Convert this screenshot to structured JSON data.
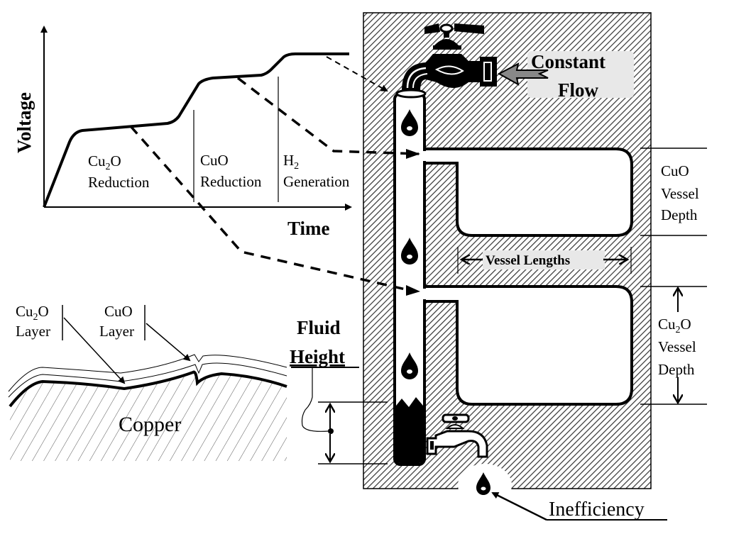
{
  "graph": {
    "y_axis_label": "Voltage",
    "x_axis_label": "Time",
    "regions": [
      {
        "line1_main": "Cu",
        "line1_sub": "2",
        "line1_tail": "O",
        "line2": "Reduction"
      },
      {
        "line1_main": "CuO",
        "line1_sub": "",
        "line1_tail": "",
        "line2": "Reduction"
      },
      {
        "line1_main": "H",
        "line1_sub": "2",
        "line1_tail": "",
        "line2": "Generation"
      }
    ]
  },
  "surface": {
    "cu2o_layer": {
      "main": "Cu",
      "sub": "2",
      "tail": "O",
      "line2": "Layer"
    },
    "cuo_layer": {
      "main": "CuO",
      "line2": "Layer"
    },
    "substrate": "Copper"
  },
  "apparatus": {
    "constant_flow_line1": "Constant",
    "constant_flow_line2": "Flow",
    "vessel_lengths": "Vessel Lengths",
    "fluid_height_line1": "Fluid",
    "fluid_height_line2": "Height",
    "inefficiency": "Inefficiency",
    "cuo_depth": {
      "line1": "CuO",
      "line2": "Vessel",
      "line3": "Depth"
    },
    "cu2o_depth": {
      "main": "Cu",
      "sub": "2",
      "tail": "O",
      "line2": "Vessel",
      "line3": "Depth"
    }
  }
}
